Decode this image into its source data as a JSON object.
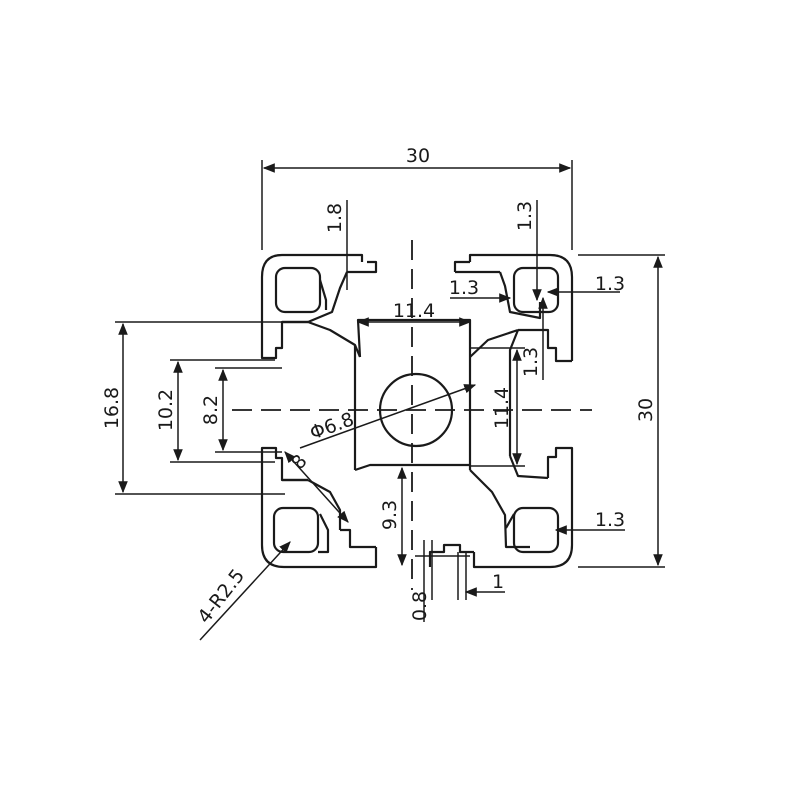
{
  "drawing": {
    "stroke_color": "#1a1a1a",
    "background": "#ffffff",
    "dimensions": {
      "width_30": "30",
      "height_30": "30",
      "slot_lip_1_8": "1.8",
      "corner_wall_top": "1.3",
      "corner_wall_left": "1.3",
      "corner_wall_right": "1.3",
      "corner_wall_vertical": "1.3",
      "corner_wall_bottom_right": "1.3",
      "core_width": "11.4",
      "core_height": "11.4",
      "overall_16_8": "16.8",
      "slot_10_2": "10.2",
      "slot_8_2": "8.2",
      "bore_diameter": "Φ6.8",
      "web_8": "8",
      "depth_9_3": "9.3",
      "gap_1": "1",
      "lip_0_8": "0.8",
      "corner_radius": "4-R2.5"
    }
  }
}
